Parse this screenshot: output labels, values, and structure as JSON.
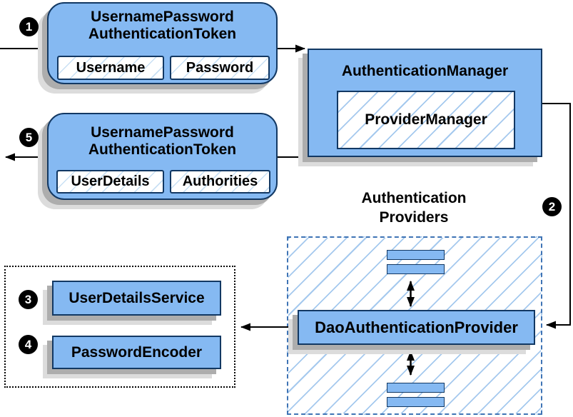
{
  "diagram": {
    "step_badges": [
      {
        "label": "1"
      },
      {
        "label": "2"
      },
      {
        "label": "3"
      },
      {
        "label": "4"
      },
      {
        "label": "5"
      }
    ],
    "token_request": {
      "title_line1": "UsernamePassword",
      "title_line2": "AuthenticationToken",
      "fields": [
        {
          "label": "Username"
        },
        {
          "label": "Password"
        }
      ]
    },
    "authentication_manager": {
      "title": "AuthenticationManager",
      "inner_label": "ProviderManager"
    },
    "token_response": {
      "title_line1": "UsernamePassword",
      "title_line2": "AuthenticationToken",
      "fields": [
        {
          "label": "UserDetails"
        },
        {
          "label": "Authorities"
        }
      ]
    },
    "providers_label": {
      "line1": "Authentication",
      "line2": "Providers"
    },
    "dao_provider": {
      "label": "DaoAuthenticationProvider"
    },
    "user_details_service": {
      "label": "UserDetailsService"
    },
    "password_encoder": {
      "label": "PasswordEncoder"
    },
    "colors": {
      "node_fill": "#85B9F2",
      "node_border": "#123863",
      "hatch_line": "#9CC6EC",
      "dashed_border": "#3F74B5",
      "dotted_border": "#000000",
      "shadow_dark": "#ADADAD",
      "shadow_light": "#DCDCDC",
      "connector": "#000000",
      "badge_bg": "#000000",
      "badge_text": "#FFFFFF"
    }
  }
}
